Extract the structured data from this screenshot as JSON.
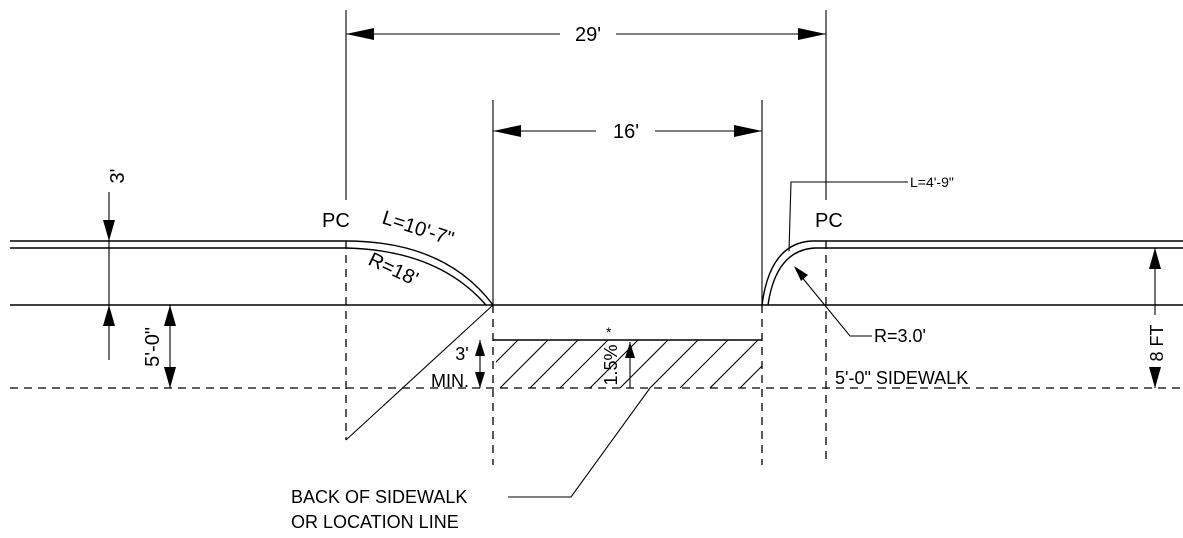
{
  "dimensions": {
    "overall_width": "29'",
    "opening_width": "16'",
    "offset_top": "3'",
    "setback": "5'-0\"",
    "side_height": "8 FT",
    "min_depth_value": "3'",
    "min_depth_suffix": "MIN."
  },
  "left_curve": {
    "pc_label": "PC",
    "length_label": "L=10'-7\"",
    "radius_label": "R=18'"
  },
  "right_curve": {
    "pc_label": "PC",
    "length_label": "L=4'-9\"",
    "radius_label": "R=3.0'"
  },
  "slope": {
    "label": "1.5%",
    "note_marker": "*"
  },
  "notes": {
    "sidewalk_label": "5'-0\" SIDEWALK",
    "back_of_sidewalk_line1": "BACK OF SIDEWALK",
    "back_of_sidewalk_line2": "OR LOCATION LINE"
  }
}
